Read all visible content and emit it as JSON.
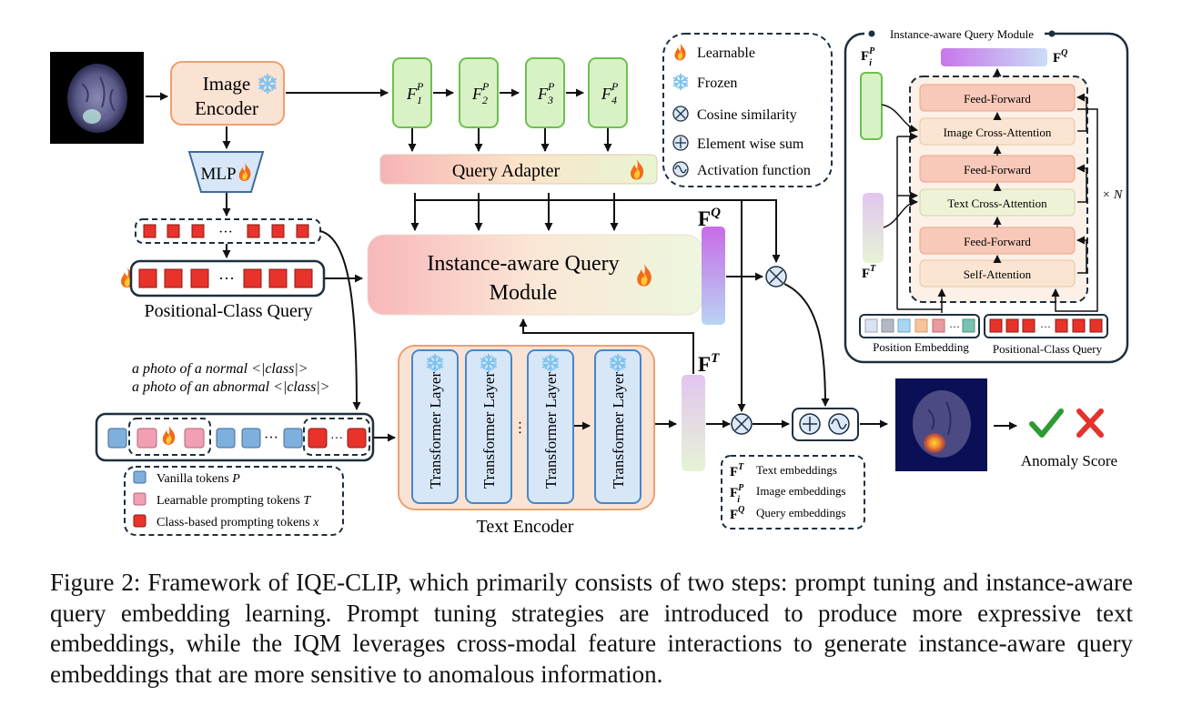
{
  "figure": {
    "image_encoder": {
      "line1": "Image",
      "line2": "Encoder"
    },
    "mlp_label": "MLP",
    "features": [
      {
        "base": "F",
        "sub": "1",
        "sup": "P"
      },
      {
        "base": "F",
        "sub": "2",
        "sup": "P"
      },
      {
        "base": "F",
        "sub": "3",
        "sup": "P"
      },
      {
        "base": "F",
        "sub": "4",
        "sup": "P"
      }
    ],
    "query_adapter": "Query Adapter",
    "iqm": {
      "line1": "Instance-aware Query",
      "line2": "Module"
    },
    "fq": {
      "base": "F",
      "sup": "Q"
    },
    "ft": {
      "base": "F",
      "sup": "T"
    },
    "positional_class_query": "Positional-Class Query",
    "prompts": {
      "normal": "a photo of a normal <|class|>",
      "abnormal": "a photo of an abnormal <|class|>"
    },
    "token_legend": [
      {
        "label": "Vanilla tokens ",
        "var": "P",
        "color": "#7fb0dd"
      },
      {
        "label": "Learnable prompting tokens ",
        "var": "T",
        "color": "#f0a0b2"
      },
      {
        "label": "Class-based prompting tokens ",
        "var": "x",
        "color": "#e8332a"
      }
    ],
    "transformer_layer": "Transformer Layer",
    "text_encoder": "Text Encoder",
    "symbol_legend": [
      {
        "icon": "fire-icon",
        "label": "Learnable"
      },
      {
        "icon": "snowflake-icon",
        "label": "Frozen"
      },
      {
        "icon": "cosine-icon",
        "label": "Cosine similarity"
      },
      {
        "icon": "plus-circle-icon",
        "label": "Element wise sum"
      },
      {
        "icon": "activation-icon",
        "label": "Activation function"
      }
    ],
    "embedding_legend": [
      {
        "base": "F",
        "sup": "T",
        "sub": "",
        "label": "Text embeddings"
      },
      {
        "base": "F",
        "sup": "P",
        "sub": "i",
        "label": "Image embeddings"
      },
      {
        "base": "F",
        "sup": "Q",
        "sub": "",
        "label": "Query embeddings"
      }
    ],
    "anomaly_score": "Anomaly Score",
    "iqm_detail": {
      "title": "Instance-aware Query Module",
      "fip": {
        "base": "F",
        "sup": "P",
        "sub": "i"
      },
      "fq": {
        "base": "F",
        "sup": "Q"
      },
      "ft": {
        "base": "F",
        "sup": "T"
      },
      "layers": [
        "Feed-Forward",
        "Image Cross-Attention",
        "Feed-Forward",
        "Text Cross-Attention",
        "Feed-Forward",
        "Self-Attention"
      ],
      "repeat": "× N",
      "position_embedding": "Position Embedding",
      "positional_class_query": "Positional-Class Query"
    },
    "colors": {
      "orange_box": "#fbe3d4",
      "orange_border": "#eda071",
      "green_box": "#d8f2c6",
      "green_border": "#6fbf4e",
      "blue_box": "#d7e7f8",
      "blue_border": "#4a86c8",
      "red_token": "#e8332a",
      "dark": "#1d2f3f"
    }
  },
  "caption": "Figure 2: Framework of IQE-CLIP, which primarily consists of two steps: prompt tuning and instance-aware query embedding learning. Prompt tuning strategies are introduced to produce more expressive text embeddings, while the IQM leverages cross-modal feature interactions to generate instance-aware query embeddings that are more sensitive to anomalous information."
}
